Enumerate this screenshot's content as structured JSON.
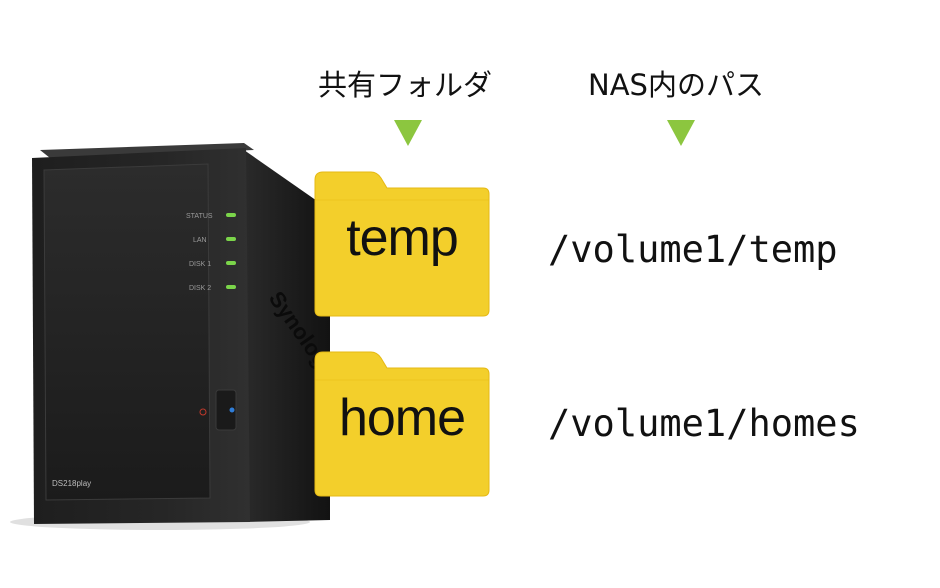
{
  "headers": {
    "folder": "共有フォルダ",
    "path": "NAS内のパス"
  },
  "device": {
    "model": "DS218play",
    "brand": "Synology",
    "leds": [
      "STATUS",
      "LAN",
      "DISK 1",
      "DISK 2"
    ]
  },
  "mappings": [
    {
      "folder": "temp",
      "path": "/volume1/temp"
    },
    {
      "folder": "home",
      "path": "/volume1/homes"
    }
  ],
  "colors": {
    "arrow": "#8cc63f",
    "folder": "#f3cf2b",
    "led": "#7bd54a"
  }
}
